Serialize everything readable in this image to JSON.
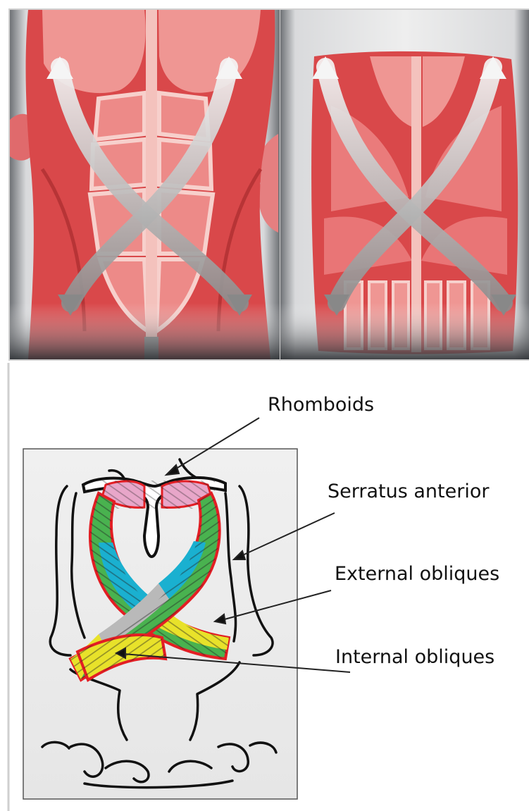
{
  "labels": {
    "rhomboids": "Rhomboids",
    "serratus_anterior": "Serratus anterior",
    "external_obliques": "External obliques",
    "internal_obliques": "Internal obliques"
  },
  "colors": {
    "muscle_red": "#d9484a",
    "muscle_light": "#ef9a98",
    "tendon": "#f7d0cc",
    "arrow_grey": "#9a9a9a",
    "outline_red": "#e31e24",
    "pink": "#e8a6c9",
    "green": "#49b24f",
    "cyan": "#1ab0d0",
    "yellow": "#e8e22a",
    "grey_fibers": "#b9b9b9"
  }
}
